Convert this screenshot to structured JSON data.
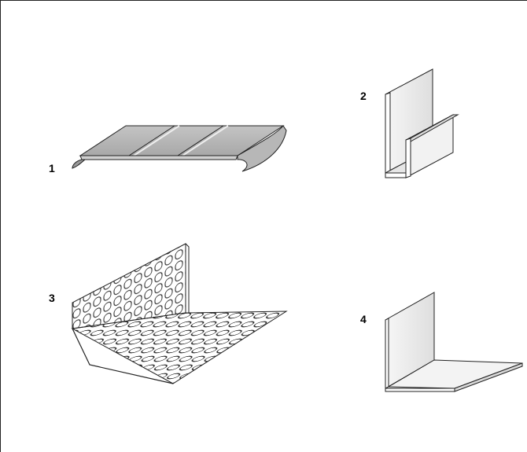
{
  "figure": {
    "items": [
      {
        "number": "1",
        "icon": "grooved-profile-strip-icon"
      },
      {
        "number": "2",
        "icon": "j-channel-profile-icon"
      },
      {
        "number": "3",
        "icon": "perforated-angle-profile-icon"
      },
      {
        "number": "4",
        "icon": "l-angle-profile-icon"
      }
    ],
    "colors": {
      "line": "#222222",
      "light_face": "#f0f0f0",
      "mid_face": "#c8c8c8",
      "dark_face": "#9e9e9e"
    }
  }
}
